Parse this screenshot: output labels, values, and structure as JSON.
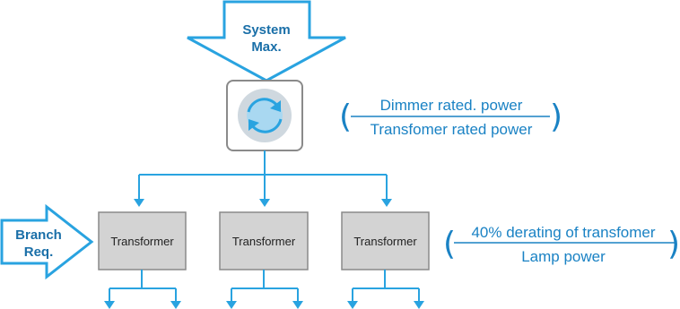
{
  "colors": {
    "accent": "#29a3e0",
    "arrow_text": "#1a6fa8",
    "fraction_text": "#1a82c4",
    "box_fill": "#d3d3d3",
    "box_stroke": "#8a8a8a"
  },
  "system_arrow": {
    "label_line1": "System",
    "label_line2": "Max."
  },
  "branch_arrow": {
    "label_line1": "Branch",
    "label_line2": "Req."
  },
  "dimmer": {
    "icon": "refresh-cycle-icon"
  },
  "transformers": [
    {
      "label": "Transformer"
    },
    {
      "label": "Transformer"
    },
    {
      "label": "Transformer"
    }
  ],
  "dimmer_ratio": {
    "numerator": "Dimmer rated. power",
    "denominator": "Transfomer rated power"
  },
  "lamp_ratio": {
    "numerator": "40% derating of transfomer",
    "denominator": "Lamp power"
  }
}
